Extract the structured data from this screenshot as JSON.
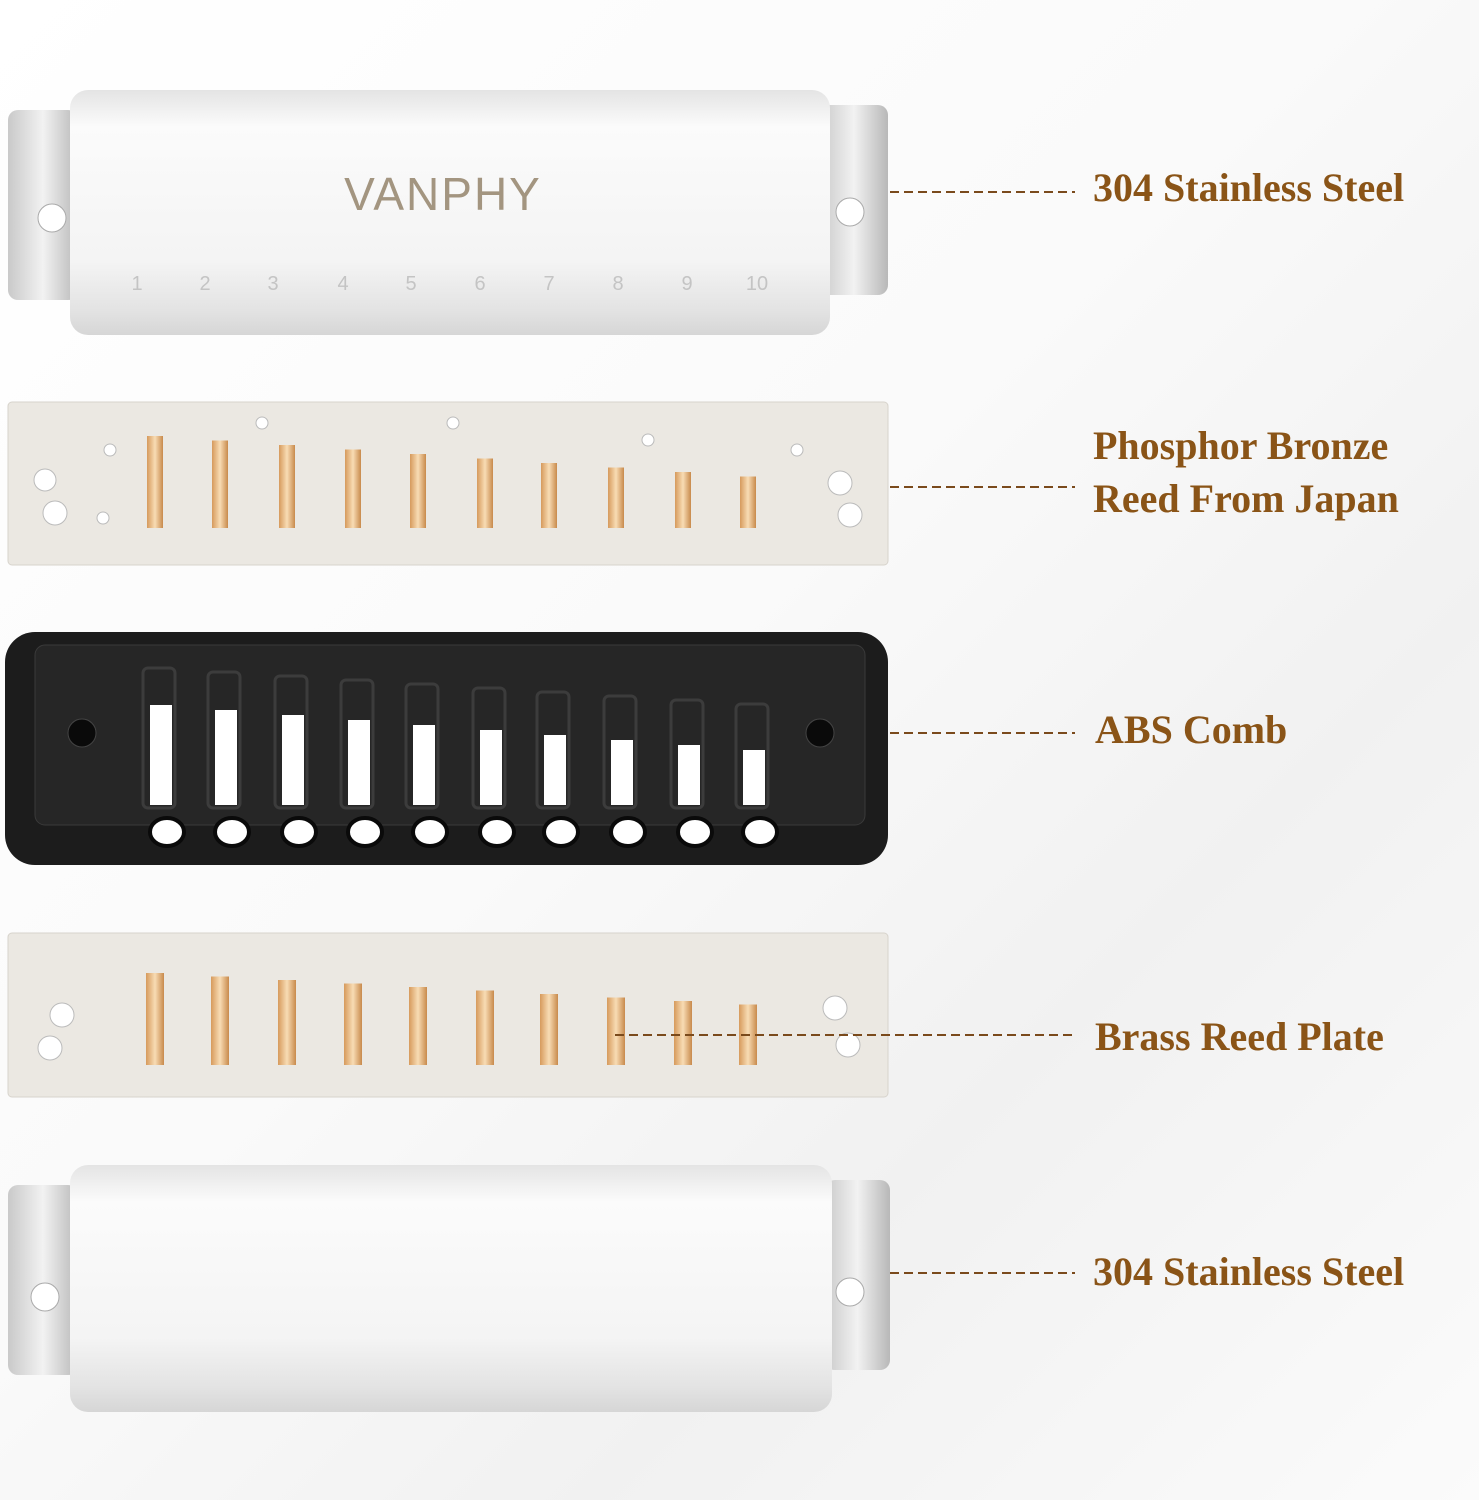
{
  "brand_logo": "VANPHY",
  "hole_numbers": [
    "1",
    "2",
    "3",
    "4",
    "5",
    "6",
    "7",
    "8",
    "9",
    "10"
  ],
  "label_color": "#8a5417",
  "labels": {
    "top_cover": "304 Stainless Steel",
    "reed_line1": "Phosphor Bronze",
    "reed_line2": "Reed From Japan",
    "comb": "ABS Comb",
    "brass_plate": "Brass Reed Plate",
    "bottom_cover": "304 Stainless Steel"
  }
}
